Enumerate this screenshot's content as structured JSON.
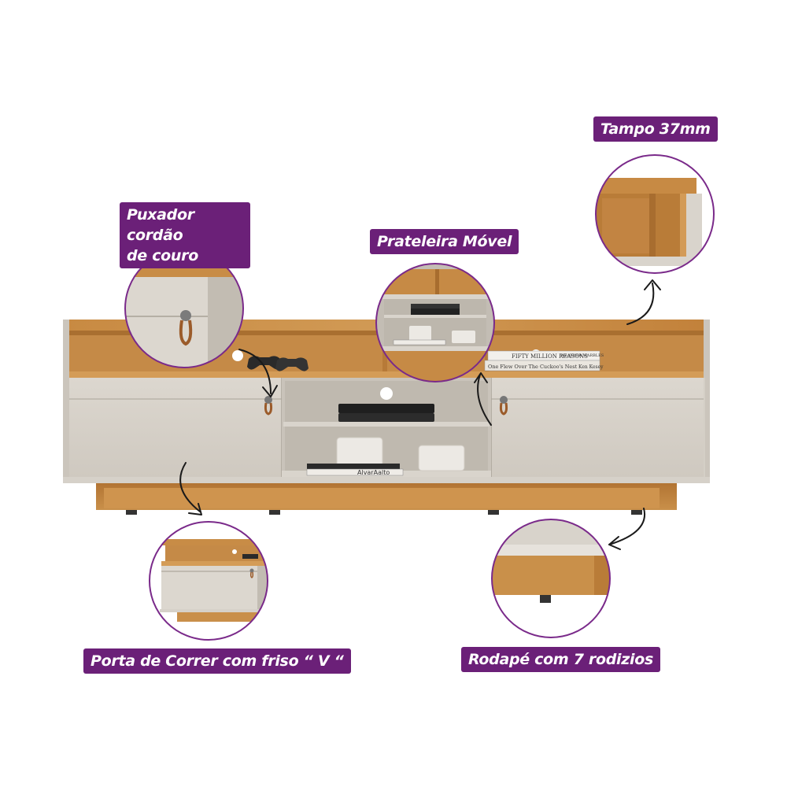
{
  "labels": {
    "tampo": "Tampo 37mm",
    "puxador_line1": "Puxador cordão",
    "puxador_line2": "de couro",
    "prateleira": "Prateleira Móvel",
    "porta": "Porta de Correr com friso “ V “",
    "rodape": "Rodapé com 7 rodizios"
  },
  "book_titles": {
    "book1": "FIFTY MILLION REASONS",
    "book1_side": "WEATHER WARBLES",
    "book2": "One Flew Over The Cuckoo's Nest",
    "book2_author": "Ken Kesey",
    "book3": "AlvarAalto"
  },
  "colors": {
    "label_bg": "#6b2078",
    "wood": "#c8893f",
    "panel": "#d8d3cb",
    "circle_border": "#7a2a8a"
  }
}
